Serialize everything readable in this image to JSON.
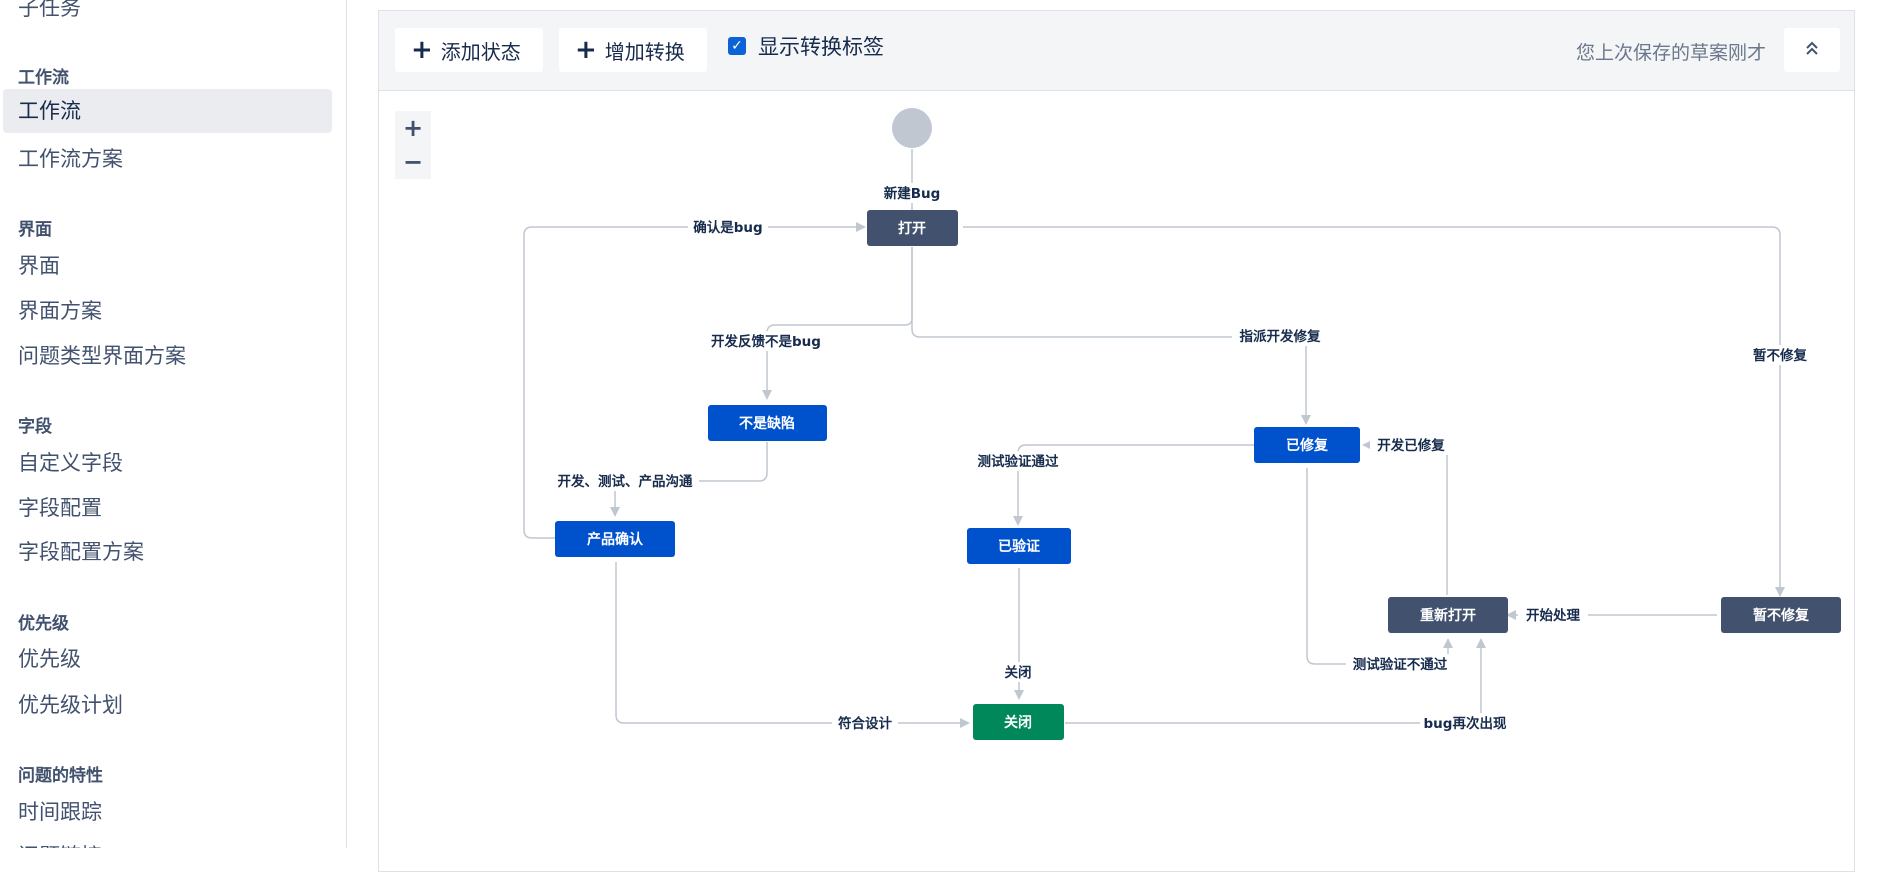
{
  "sidebar": {
    "partial_top": "子任务",
    "groups": [
      {
        "title": "工作流",
        "items": [
          "工作流",
          "工作流方案"
        ]
      },
      {
        "title": "界面",
        "items": [
          "界面",
          "界面方案",
          "问题类型界面方案"
        ]
      },
      {
        "title": "字段",
        "items": [
          "自定义字段",
          "字段配置",
          "字段配置方案"
        ]
      },
      {
        "title": "优先级",
        "items": [
          "优先级",
          "优先级计划"
        ]
      },
      {
        "title": "问题的特性",
        "items": [
          "时间跟踪",
          "问题链接"
        ]
      }
    ],
    "active_item": "工作流"
  },
  "toolbar": {
    "add_status_label": "添加状态",
    "add_transition_label": "增加转换",
    "show_labels_label": "显示转换标签",
    "show_labels_checked": true,
    "draft_message": "您上次保存的草案刚才",
    "collapse_icon": "double-chevron-up-icon"
  },
  "zoom": {
    "in": "+",
    "out": "−"
  },
  "workflow": {
    "start_label": "新建Bug",
    "statuses": {
      "open": "打开",
      "not_defect": "不是缺陷",
      "product_confirm": "产品确认",
      "fixed": "已修复",
      "verified": "已验证",
      "reopened": "重新打开",
      "wont_fix": "暂不修复",
      "closed": "关闭"
    },
    "transitions": {
      "confirm_bug": "确认是bug",
      "dev_feedback_not_bug": "开发反馈不是bug",
      "assign_fix": "指派开发修复",
      "wont_fix": "暂不修复",
      "communicate": "开发、测试、产品沟通",
      "test_pass": "测试验证通过",
      "dev_fixed": "开发已修复",
      "close": "关闭",
      "test_fail": "测试验证不通过",
      "start_processing": "开始处理",
      "as_designed": "符合设计",
      "bug_reappears": "bug再次出现"
    },
    "colors": {
      "dark": "#42526e",
      "blue": "#0052cc",
      "green": "#00875a",
      "line": "#c1c7d0",
      "start": "#c1c7d0"
    }
  }
}
